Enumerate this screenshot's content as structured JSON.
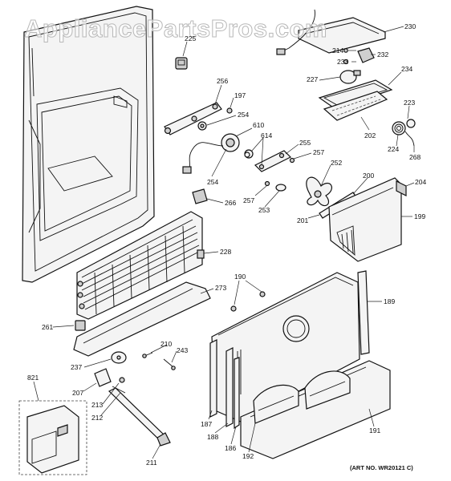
{
  "watermark": "AppliancePartsPros.com",
  "art_number": "(ART NO. WR20121 C)",
  "callouts": {
    "c225": "225",
    "c230": "230",
    "c214": "214",
    "c232": "232",
    "c233": "233",
    "c227": "227",
    "c234": "234",
    "c256": "256",
    "c197": "197",
    "c254a": "254",
    "c610": "610",
    "c614": "614",
    "c255": "255",
    "c257a": "257",
    "c223": "223",
    "c202": "202",
    "c224": "224",
    "c268": "268",
    "c254b": "254",
    "c252": "252",
    "c200": "200",
    "c204": "204",
    "c266": "266",
    "c257b": "257",
    "c253": "253",
    "c201": "201",
    "c199": "199",
    "c228": "228",
    "c190": "190",
    "c189": "189",
    "c273": "273",
    "c261": "261",
    "c210": "210",
    "c243": "243",
    "c237": "237",
    "c821": "821",
    "c207": "207",
    "c213": "213",
    "c212": "212",
    "c187": "187",
    "c188": "188",
    "c186": "186",
    "c192": "192",
    "c191": "191",
    "c211": "211"
  }
}
